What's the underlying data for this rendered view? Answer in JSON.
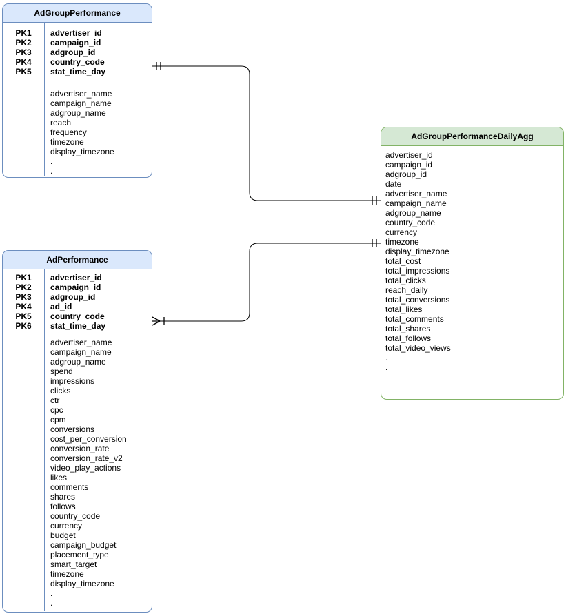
{
  "diagram": {
    "kind": "entity-relationship",
    "colors": {
      "blue_fill": "#dae8fc",
      "blue_stroke": "#6c8ebf",
      "green_fill": "#d5e8d4",
      "green_stroke": "#82b366",
      "connector": "#000000",
      "background": "#ffffff",
      "text": "#000000"
    },
    "tables": [
      {
        "title": "AdGroupPerformance",
        "theme": "blue",
        "primary_keys": [
          {
            "key": "PK1",
            "field": "advertiser_id"
          },
          {
            "key": "PK2",
            "field": "campaign_id"
          },
          {
            "key": "PK3",
            "field": "adgroup_id"
          },
          {
            "key": "PK4",
            "field": "country_code"
          },
          {
            "key": "PK5",
            "field": "stat_time_day"
          }
        ],
        "fields": [
          "advertiser_name",
          "campaign_name",
          "adgroup_name",
          "reach",
          "frequency",
          "timezone",
          "display_timezone",
          ".",
          "."
        ]
      },
      {
        "title": "AdPerformance",
        "theme": "blue",
        "primary_keys": [
          {
            "key": "PK1",
            "field": "advertiser_id"
          },
          {
            "key": "PK2",
            "field": "campaign_id"
          },
          {
            "key": "PK3",
            "field": "adgroup_id"
          },
          {
            "key": "PK4",
            "field": "ad_id"
          },
          {
            "key": "PK5",
            "field": "country_code"
          },
          {
            "key": "PK6",
            "field": "stat_time_day"
          }
        ],
        "fields": [
          "advertiser_name",
          "campaign_name",
          "adgroup_name",
          "spend",
          "impressions",
          "clicks",
          "ctr",
          "cpc",
          "cpm",
          "conversions",
          "cost_per_conversion",
          "conversion_rate",
          "conversion_rate_v2",
          "video_play_actions",
          "likes",
          "comments",
          "shares",
          "follows",
          "country_code",
          "currency",
          "budget",
          "campaign_budget",
          "placement_type",
          "smart_target",
          "timezone",
          "display_timezone",
          ".",
          "."
        ]
      },
      {
        "title": "AdGroupPerformanceDailyAgg",
        "theme": "green",
        "primary_keys": [],
        "fields": [
          "advertiser_id",
          "campaign_id",
          "adgroup_id",
          "date",
          "advertiser_name",
          "campaign_name",
          "adgroup_name",
          "country_code",
          "currency",
          "timezone",
          "display_timezone",
          "total_cost",
          "total_impressions",
          "total_clicks",
          "reach_daily",
          "total_conversions",
          "total_likes",
          "total_comments",
          "total_shares",
          "total_follows",
          "total_video_views",
          ".",
          "."
        ]
      }
    ],
    "relationships": [
      {
        "from": "AdGroupPerformance",
        "to": "AdGroupPerformanceDailyAgg",
        "from_cardinality": "one-and-only-one",
        "to_cardinality": "one-and-only-one",
        "from_symbol": "||",
        "to_symbol": "||"
      },
      {
        "from": "AdPerformance",
        "to": "AdGroupPerformanceDailyAgg",
        "from_cardinality": "one-or-many",
        "to_cardinality": "one-and-only-one",
        "from_symbol": ">|",
        "to_symbol": "||"
      }
    ]
  }
}
